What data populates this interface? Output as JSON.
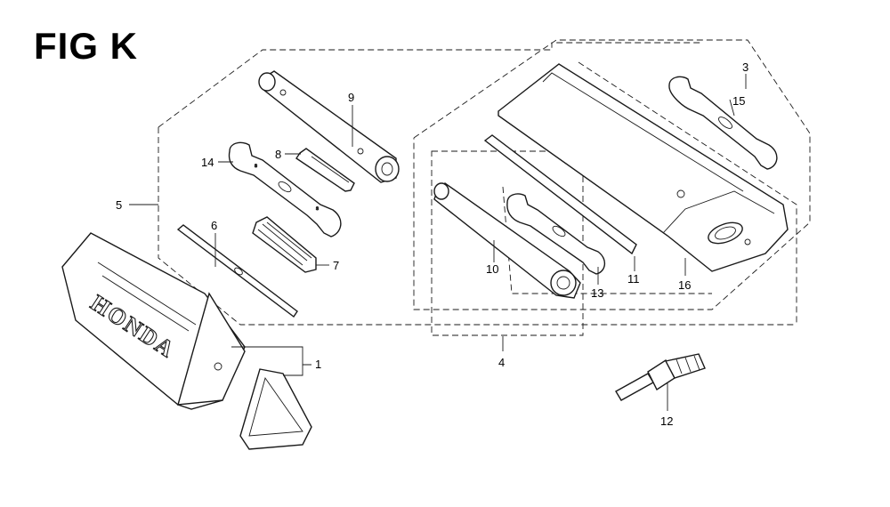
{
  "figure": {
    "title": "FIG K"
  },
  "brand": {
    "text": "HONDA"
  },
  "callouts": {
    "c1": "1",
    "c3": "3",
    "c4": "4",
    "c5": "5",
    "c6": "6",
    "c7": "7",
    "c8": "8",
    "c9": "9",
    "c10": "10",
    "c11": "11",
    "c12": "12",
    "c13": "13",
    "c14": "14",
    "c15": "15",
    "c16": "16"
  }
}
